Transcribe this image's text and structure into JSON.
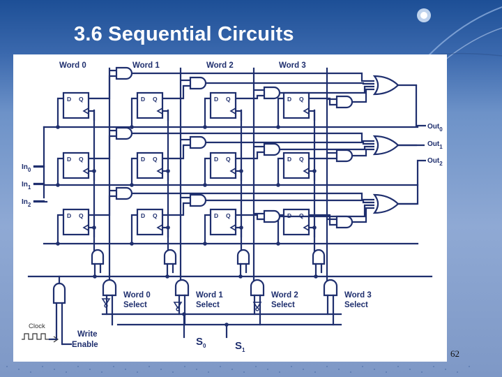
{
  "slide": {
    "title": "3.6 Sequential Circuits",
    "page_number": "62"
  },
  "diagram": {
    "word_labels": [
      "Word 0",
      "Word 1",
      "Word 2",
      "Word 3"
    ],
    "inputs": [
      {
        "base": "In",
        "sub": "0"
      },
      {
        "base": "In",
        "sub": "1"
      },
      {
        "base": "In",
        "sub": "2"
      }
    ],
    "outputs": [
      {
        "base": "Out",
        "sub": "0"
      },
      {
        "base": "Out",
        "sub": "1"
      },
      {
        "base": "Out",
        "sub": "2"
      }
    ],
    "select_labels": [
      {
        "line1": "Word 0",
        "line2": "Select"
      },
      {
        "line1": "Word 1",
        "line2": "Select"
      },
      {
        "line1": "Word 2",
        "line2": "Select"
      },
      {
        "line1": "Word 3",
        "line2": "Select"
      }
    ],
    "selectors": [
      {
        "base": "S",
        "sub": "0"
      },
      {
        "base": "S",
        "sub": "1"
      }
    ],
    "clock_label": "Clock",
    "write_enable": {
      "line1": "Write",
      "line2": "Enable"
    },
    "ff_d": "D",
    "ff_q": "Q",
    "wire_color": "#1f2f6e",
    "background_color": "#ffffff"
  }
}
